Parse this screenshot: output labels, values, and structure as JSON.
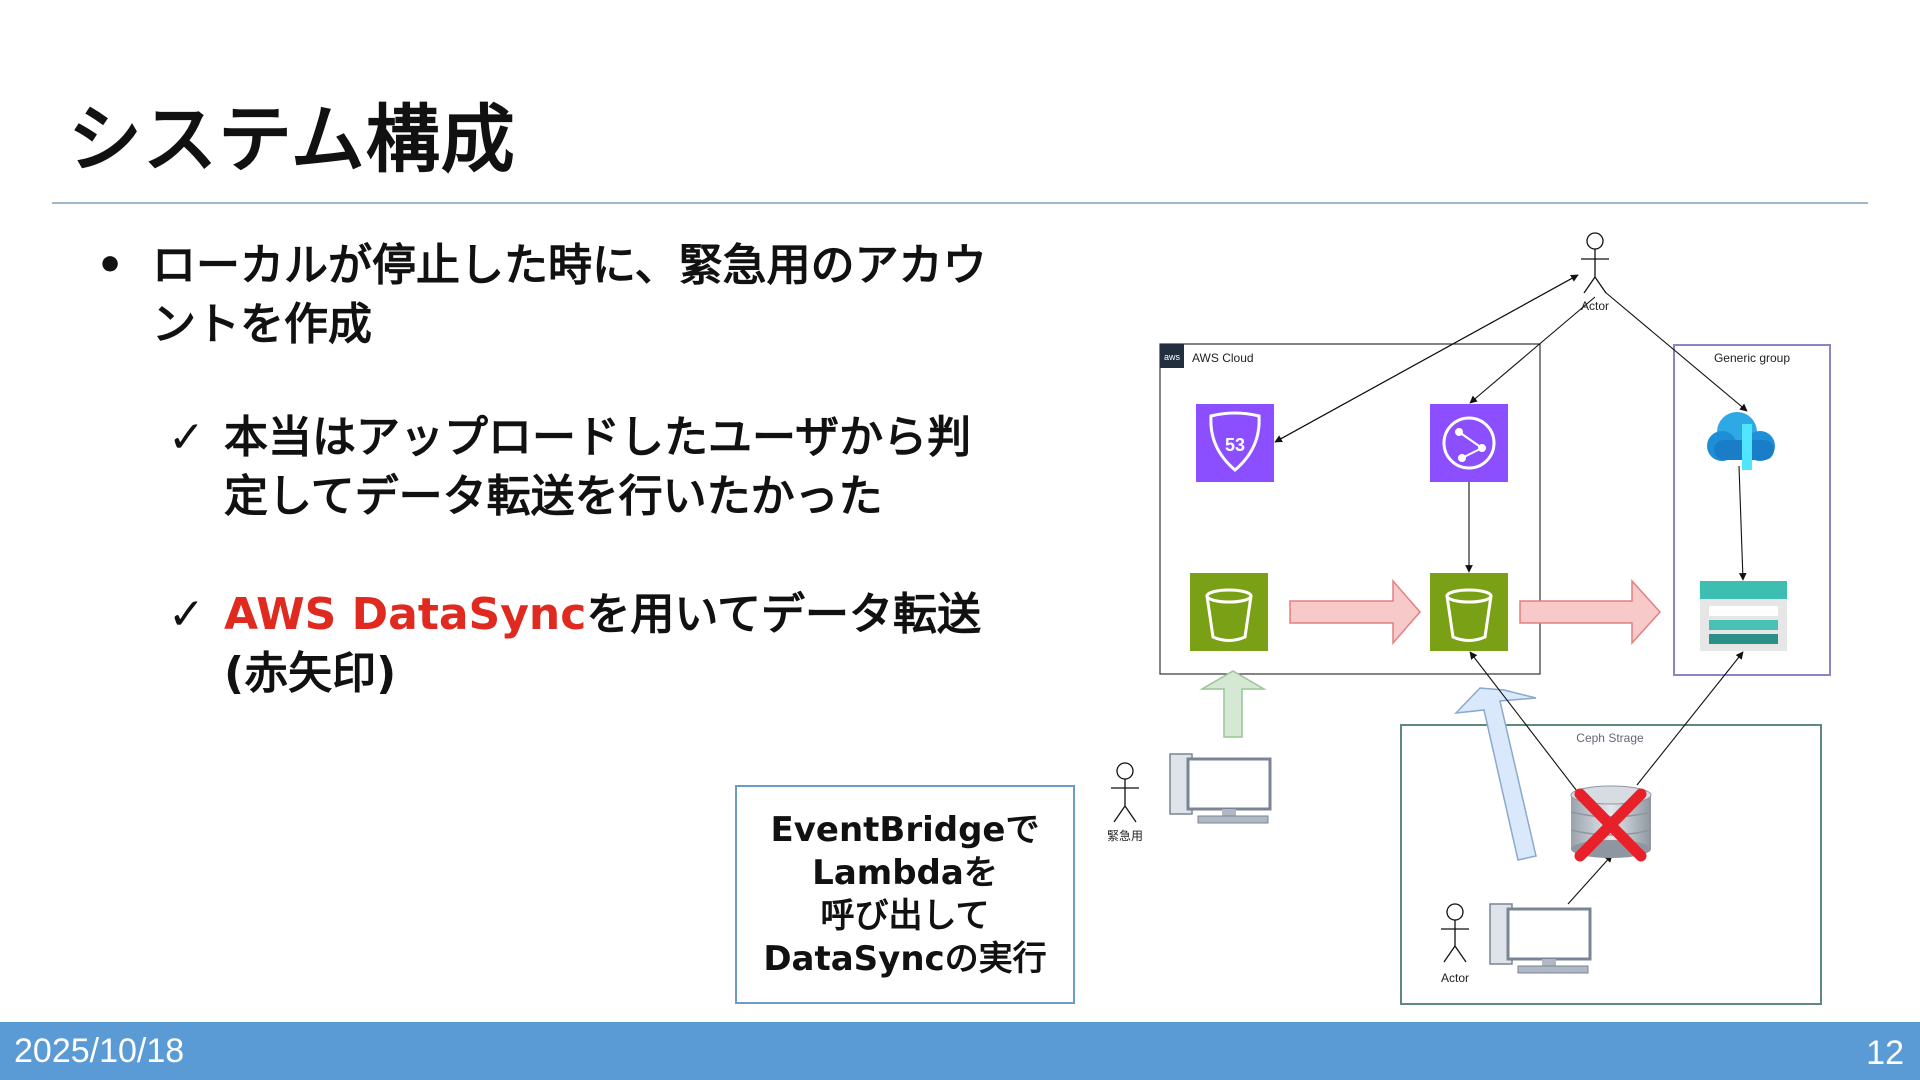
{
  "slide": {
    "title": "システム構成",
    "bullet": "ローカルが停止した時に、緊急用のアカウントを作成",
    "bullet_marker": "•",
    "check_marker": "✓",
    "check1": "本当はアップロードしたユーザから判定してデータ転送を行いたかった",
    "check2_highlight": "AWS DataSync",
    "check2_rest": "を用いてデータ転送(赤矢印)",
    "note": [
      "EventBridgeで",
      "Lambdaを",
      "呼び出して",
      "DataSyncの実行"
    ],
    "footer_date": "2025/10/18",
    "page_number": "12"
  },
  "diagram": {
    "aws_cloud_label": "AWS Cloud",
    "aws_logo_text": "aws",
    "generic_group_label": "Generic group",
    "ceph_label": "Ceph Strage",
    "actor_top_label": "Actor",
    "actor_emergency_label": "緊急用",
    "actor_bottom_label": "Actor",
    "route53_text": "53",
    "colors": {
      "aws_purple": "#8c4fff",
      "s3_green": "#7aa116",
      "transfer_arrow": "#f8c9c9",
      "upload_arrow_green": "#d5e8d4",
      "upload_arrow_blue": "#dae8fc",
      "cross_red": "#e8202a",
      "ceph_border": "#5f8a78",
      "generic_border": "#8c84c4"
    }
  }
}
